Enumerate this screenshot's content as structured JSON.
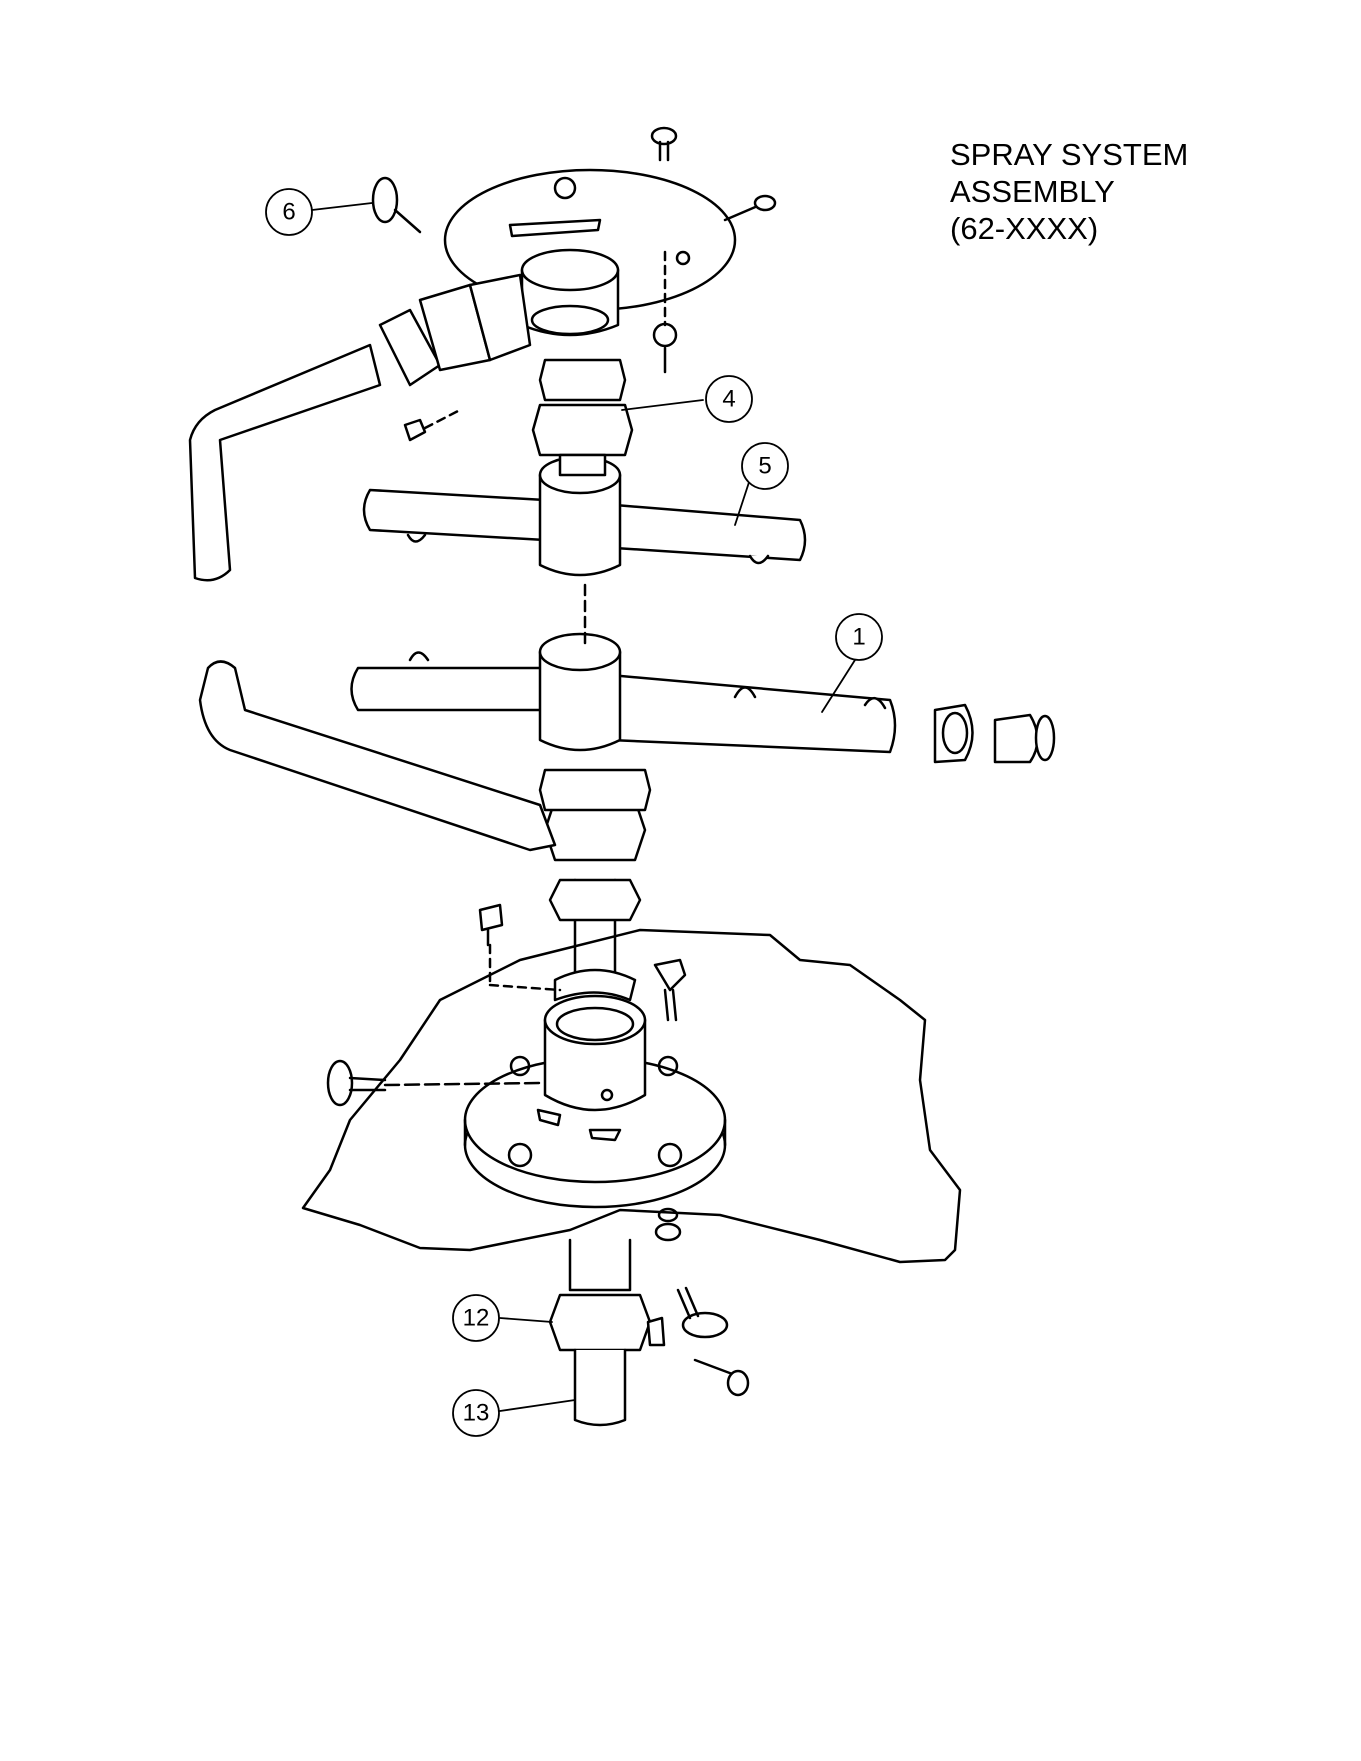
{
  "title": {
    "line1": "SPRAY SYSTEM",
    "line2": "ASSEMBLY",
    "line3": "(62-XXXX)"
  },
  "callouts": {
    "c6": "6",
    "c4": "4",
    "c5": "5",
    "c1": "1",
    "c12": "12",
    "c13": "13"
  }
}
